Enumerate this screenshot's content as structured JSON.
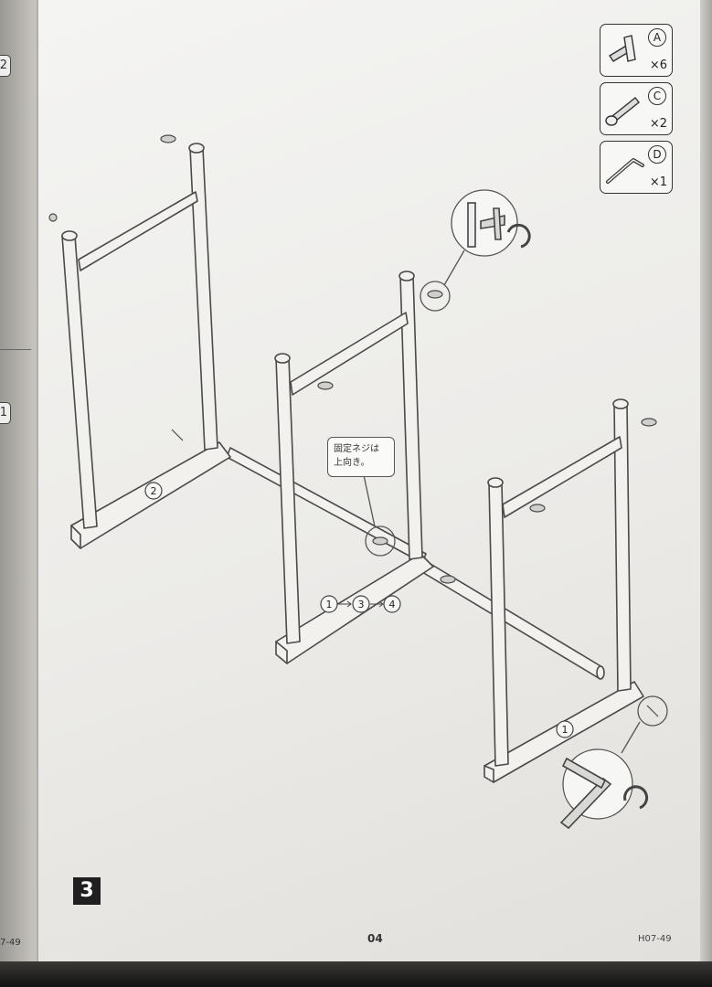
{
  "prev_page": {
    "badge_top": "2",
    "badge_mid": "1",
    "footer_code": "7-49"
  },
  "parts": [
    {
      "letter": "A",
      "qty": "×6",
      "icon": "wing-bolt-icon"
    },
    {
      "letter": "C",
      "qty": "×2",
      "icon": "hex-bolt-icon"
    },
    {
      "letter": "D",
      "qty": "×1",
      "icon": "hex-key-icon"
    }
  ],
  "callout": {
    "line1": "固定ネジは",
    "line2": "上向き。"
  },
  "labels": {
    "part2": "2",
    "part1": "1",
    "seq1": "1",
    "seq3": "3",
    "seq4": "4"
  },
  "step": "3",
  "footer": {
    "page_number": "04",
    "model_code": "H07-49"
  },
  "colors": {
    "line": "#4a4a4a",
    "frame_fill": "#f2f1ee"
  }
}
